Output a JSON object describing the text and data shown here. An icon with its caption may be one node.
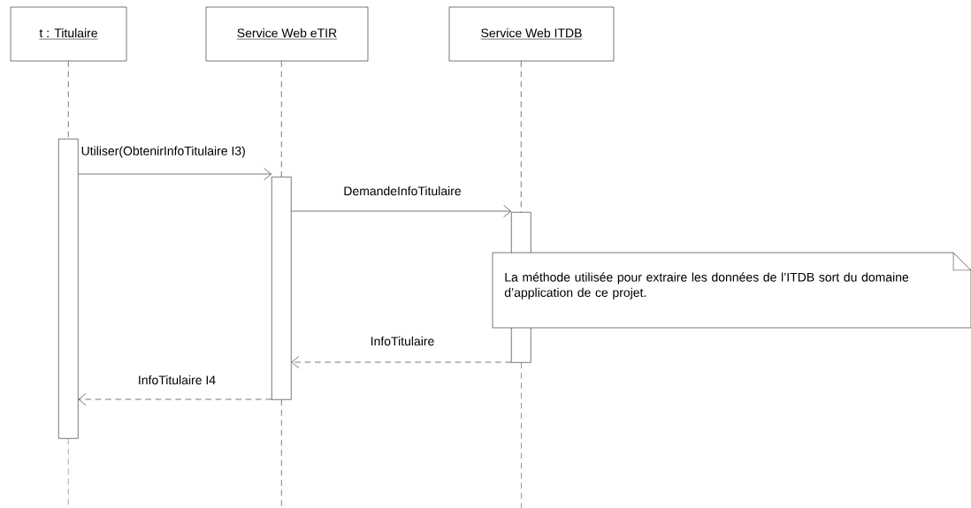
{
  "diagram": {
    "nodes": [
      {
        "text": [
          "t : Titulaire"
        ]
      },
      {
        "text": [
          "Service Web eTIR"
        ]
      },
      {
        "text": [
          "Service Web ITDB"
        ]
      },
      {
        "text": [],
        "shape": "bar"
      },
      {
        "text": [],
        "shape": "bar"
      },
      {
        "text": [],
        "shape": "bar"
      },
      {
        "text": [
          "La méthode utilisée pour extraire les données de l’ITDB sort du domaine d’application de ce projet."
        ]
      }
    ],
    "edges": [
      {
        "from": 0,
        "to": 3,
        "arrow": "none",
        "style": "dashed"
      },
      {
        "from": 1,
        "to": 4,
        "arrow": "none",
        "style": "dashed"
      },
      {
        "from": 2,
        "to": 5,
        "arrow": "none",
        "style": "dashed"
      },
      {
        "from": 3,
        "to": 4,
        "arrow": "to",
        "label": "Utiliser(ObtenirInfoTitulaire I3)"
      },
      {
        "from": 4,
        "to": 5,
        "arrow": "to",
        "label": "DemandeInfoTitulaire"
      },
      {
        "from": 5,
        "to": 4,
        "arrow": "to",
        "label": "InfoTitulaire",
        "style": "dashed"
      },
      {
        "from": 4,
        "to": 3,
        "arrow": "to",
        "label": "InfoTitulaire I4",
        "style": "dashed"
      },
      {
        "from": 3,
        "to": null,
        "arrow": "none",
        "style": "dashed"
      },
      {
        "from": 4,
        "to": null,
        "arrow": "none",
        "style": "dashed"
      },
      {
        "from": 5,
        "to": null,
        "arrow": "none",
        "style": "dashed"
      }
    ]
  }
}
